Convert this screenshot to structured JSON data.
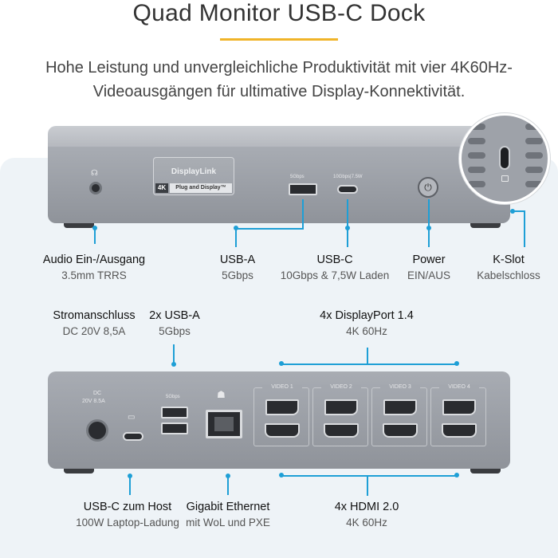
{
  "header": {
    "title": "Quad Monitor USB-C Dock",
    "subtitle_line1": "Hohe Leistung und unvergleichliche Produktivität mit vier 4K60Hz-",
    "subtitle_line2": "Videoausgängen für ultimative Display-Konnektivität."
  },
  "front": {
    "badge": {
      "brand": "DisplayLink",
      "res": "4K",
      "tagline": "Plug and Display™"
    },
    "port_marks": {
      "usba": "5Gbps",
      "usbc": "10Gbps|7.5W"
    },
    "labels": [
      {
        "title": "Audio Ein-/Ausgang",
        "sub": "3.5mm TRRS"
      },
      {
        "title": "USB-A",
        "sub": "5Gbps"
      },
      {
        "title": "USB-C",
        "sub": "10Gbps & 7,5W Laden"
      },
      {
        "title": "Power",
        "sub": "EIN/AUS"
      },
      {
        "title": "K-Slot",
        "sub": "Kabelschloss"
      }
    ]
  },
  "rear": {
    "marks": {
      "dc": "DC",
      "dc_rating": "20V 8.5A",
      "usba": "5Gbps",
      "video": [
        "VIDEO 1",
        "VIDEO 2",
        "VIDEO 3",
        "VIDEO 4"
      ]
    },
    "top_labels": [
      {
        "title": "Stromanschluss",
        "sub": "DC 20V 8,5A"
      },
      {
        "title": "2x USB-A",
        "sub": "5Gbps"
      },
      {
        "title": "4x DisplayPort 1.4",
        "sub": "4K 60Hz"
      }
    ],
    "bottom_labels": [
      {
        "title": "USB-C zum Host",
        "sub": "100W Laptop-Ladung"
      },
      {
        "title": "Gigabit Ethernet",
        "sub": "mit WoL und PXE"
      },
      {
        "title": "4x HDMI 2.0",
        "sub": "4K 60Hz"
      }
    ]
  },
  "colors": {
    "accent": "#f0b429",
    "callout": "#1e9fd6",
    "panel": "#eef3f7"
  }
}
